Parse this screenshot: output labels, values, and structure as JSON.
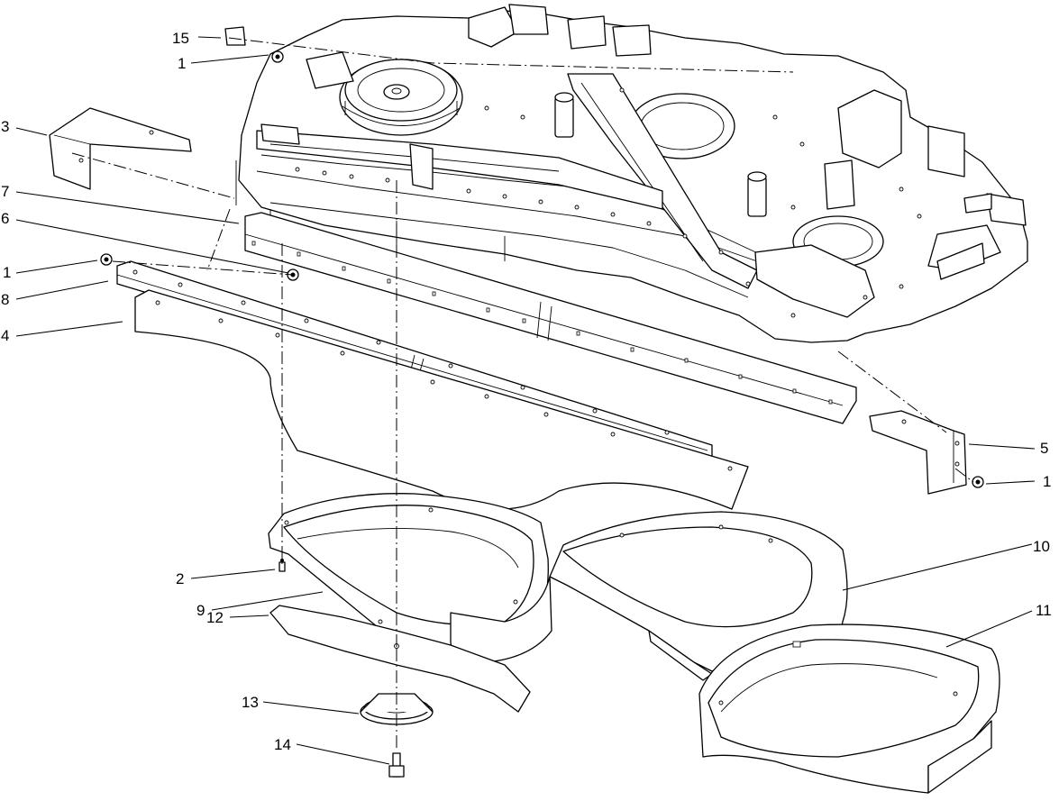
{
  "callouts": [
    {
      "id": "c15",
      "text": "15"
    },
    {
      "id": "c1a",
      "text": "1"
    },
    {
      "id": "c3",
      "text": "3"
    },
    {
      "id": "c7",
      "text": "7"
    },
    {
      "id": "c6",
      "text": "6"
    },
    {
      "id": "c1b",
      "text": "1"
    },
    {
      "id": "c8",
      "text": "8"
    },
    {
      "id": "c4",
      "text": "4"
    },
    {
      "id": "c5",
      "text": "5"
    },
    {
      "id": "c1c",
      "text": "1"
    },
    {
      "id": "c10",
      "text": "10"
    },
    {
      "id": "c2",
      "text": "2"
    },
    {
      "id": "c9",
      "text": "9"
    },
    {
      "id": "c11",
      "text": "11"
    },
    {
      "id": "c12",
      "text": "12"
    },
    {
      "id": "c13",
      "text": "13"
    },
    {
      "id": "c14",
      "text": "14"
    }
  ]
}
